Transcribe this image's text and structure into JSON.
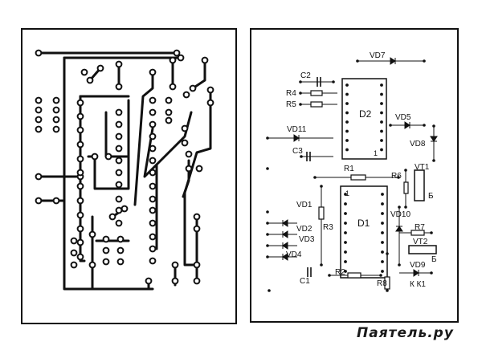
{
  "components": {
    "vd7": "VD7",
    "c2": "C2",
    "r4": "R4",
    "r5": "R5",
    "d2": "D2",
    "vd5": "VD5",
    "vd11": "VD11",
    "vd8": "VD8",
    "d2_pin1": "1",
    "c3": "C3",
    "r1": "R1",
    "r6": "R6",
    "vt1": "VT1",
    "vt1_b": "Б",
    "d1_pin1": "1",
    "d1": "D1",
    "vd10": "VD10",
    "vd1": "VD1",
    "r3": "R3",
    "vd2": "VD2",
    "vd3": "VD3",
    "r7": "R7",
    "vt2": "VT2",
    "vt2_b": "Б",
    "vd4": "VD4",
    "vd9": "VD9",
    "r2": "R2",
    "c1": "C1",
    "r8": "R8",
    "kk1": "К К1"
  },
  "watermark": "Паятель.ру",
  "colors": {
    "ink": "#111111",
    "background": "#ffffff"
  }
}
